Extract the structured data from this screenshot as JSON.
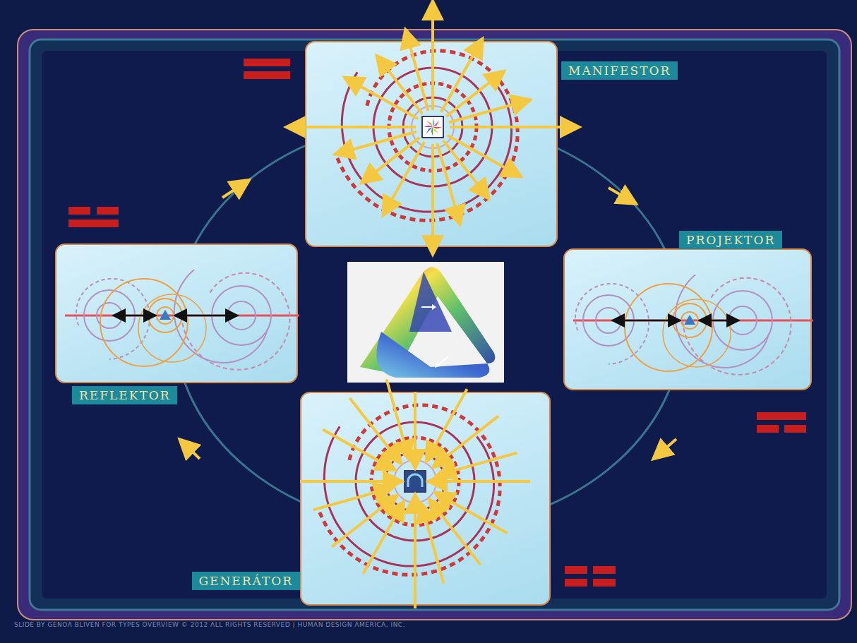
{
  "diagram": {
    "nodes": [
      {
        "text": [
          "MANIFESTOR"
        ]
      },
      {
        "text": [
          "REFLEKTOR"
        ]
      },
      {
        "text": [
          "PROJEKTOR"
        ]
      },
      {
        "text": [
          "GENERÁTOR"
        ]
      }
    ],
    "labels": [
      "SLIDE BY GENOA BLIVEN FOR TYPES OVERVIEW © 2012 ALL RIGHTS RESERVED | HUMAN DESIGN AMERICA, INC."
    ]
  }
}
